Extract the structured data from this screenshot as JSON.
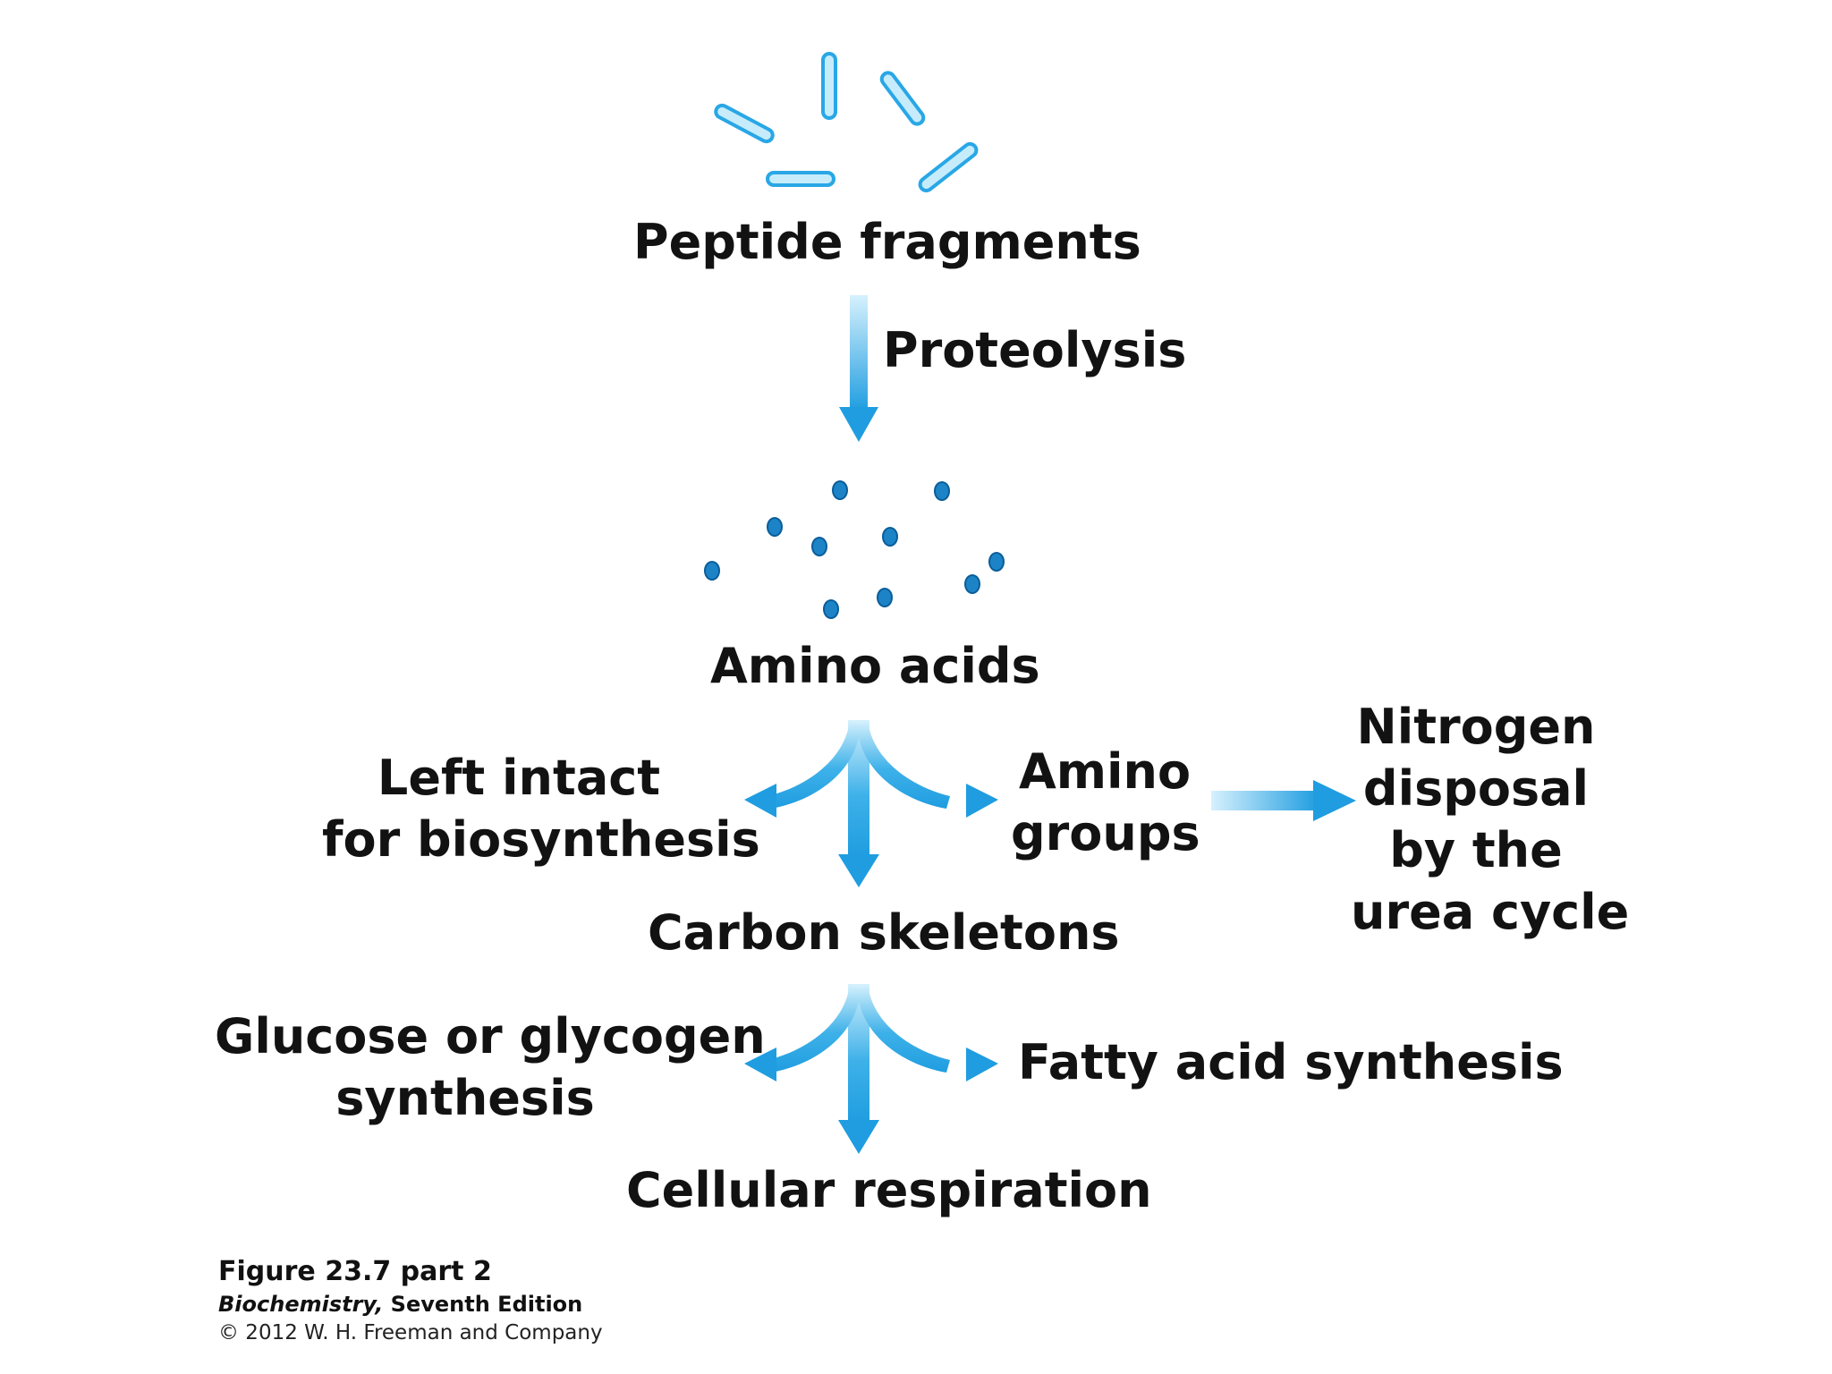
{
  "nodes": {
    "peptide_fragments": "Peptide fragments",
    "proteolysis": "Proteolysis",
    "amino_acids": "Amino acids",
    "left_intact": [
      "Left intact",
      "for biosynthesis"
    ],
    "amino_groups": [
      "Amino",
      "groups"
    ],
    "nitrogen_disposal": [
      "Nitrogen",
      "disposal",
      "by the",
      "urea cycle"
    ],
    "carbon_skeletons": "Carbon skeletons",
    "glucose_glycogen": [
      "Glucose or glycogen",
      "synthesis"
    ],
    "fatty_acid": "Fatty acid synthesis",
    "cellular_respiration": "Cellular respiration"
  },
  "caption": {
    "figure": "Figure 23.7 part 2",
    "book_title": "Biochemistry,",
    "edition": " Seventh Edition",
    "copyright": "© 2012 W. H. Freeman and Company"
  },
  "colors": {
    "arrow_light": "#cfeefc",
    "arrow_dark": "#1f9de0",
    "fragment_fill": "#c6ecfb",
    "fragment_stroke": "#29a7e6",
    "dot_fill": "#1c84c6",
    "dot_stroke": "#0b5d9a"
  }
}
